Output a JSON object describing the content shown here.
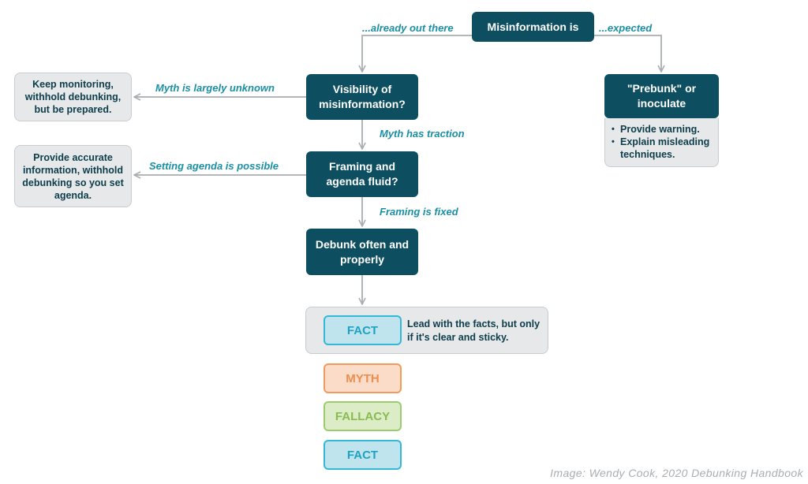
{
  "nodes": {
    "misinformation_is": "Misinformation is",
    "visibility": "Visibility of misinformation?",
    "framing": "Framing and agenda fluid?",
    "debunk": "Debunk often and properly",
    "prebunk": "\"Prebunk\" or inoculate",
    "keep_monitoring": "Keep monitoring, withhold debunking, but be prepared.",
    "provide_accurate": "Provide accurate information, withhold debunking so you set agenda."
  },
  "edges": {
    "already_out_there": "...already out there",
    "expected": "...expected",
    "myth_unknown": "Myth is largely unknown",
    "myth_traction": "Myth has traction",
    "setting_agenda": "Setting agenda is possible",
    "framing_fixed": "Framing is fixed"
  },
  "prebunk_bullets": [
    "Provide warning.",
    "Explain misleading techniques."
  ],
  "fact_panel": {
    "tag": "FACT",
    "text": "Lead with the facts, but only if it's clear and sticky."
  },
  "sandwich": {
    "myth": "MYTH",
    "fallacy": "FALLACY",
    "fact": "FACT"
  },
  "credit": "Image: Wendy Cook, 2020 Debunking Handbook"
}
